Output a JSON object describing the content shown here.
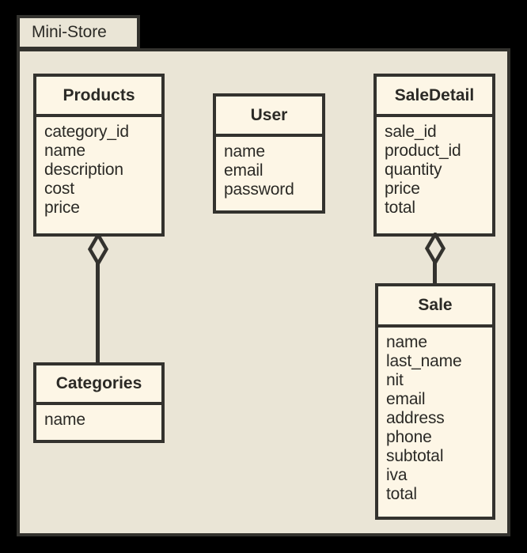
{
  "diagram": {
    "type": "uml-class-diagram",
    "package_name": "Mini-Store",
    "canvas_background": "#000000",
    "package_background": "#EAE5D6",
    "class_background": "#FDF6E6",
    "border_color": "#33322E",
    "text_color": "#2B2A26"
  },
  "classes": [
    {
      "name": "Products",
      "attributes": [
        "category_id",
        "name",
        "description",
        "cost",
        "price"
      ]
    },
    {
      "name": "User",
      "attributes": [
        "name",
        "email",
        "password"
      ]
    },
    {
      "name": "SaleDetail",
      "attributes": [
        "sale_id",
        "product_id",
        "quantity",
        "price",
        "total"
      ]
    },
    {
      "name": "Categories",
      "attributes": [
        "name"
      ]
    },
    {
      "name": "Sale",
      "attributes": [
        "name",
        "last_name",
        "nit",
        "email",
        "address",
        "phone",
        "subtotal",
        "iva",
        "total"
      ]
    }
  ],
  "relationships": [
    {
      "kind": "aggregation",
      "from": "Products",
      "to": "Categories",
      "diamond": "hollow",
      "diamond_at": "Products"
    },
    {
      "kind": "aggregation",
      "from": "SaleDetail",
      "to": "Sale",
      "diamond": "hollow",
      "diamond_at": "SaleDetail"
    }
  ]
}
